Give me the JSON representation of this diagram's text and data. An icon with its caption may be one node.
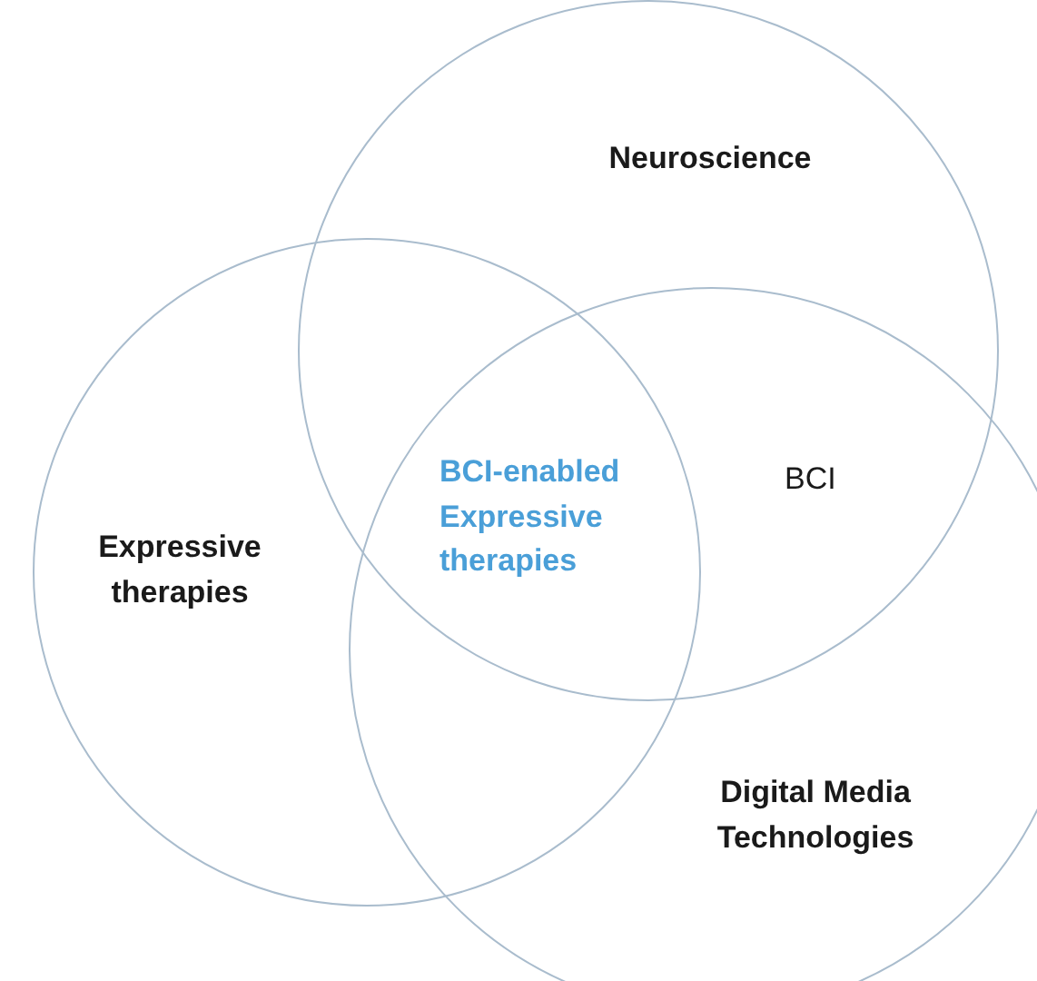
{
  "diagram": {
    "nodes": [
      {
        "text": [
          "Neuroscience"
        ]
      },
      {
        "text": [
          "Expressive therapies"
        ]
      },
      {
        "text": [
          "Digital Media Technologies"
        ]
      }
    ],
    "edges": [],
    "labels": [
      "BCI-enabled Expressive therapies",
      "BCI"
    ]
  }
}
